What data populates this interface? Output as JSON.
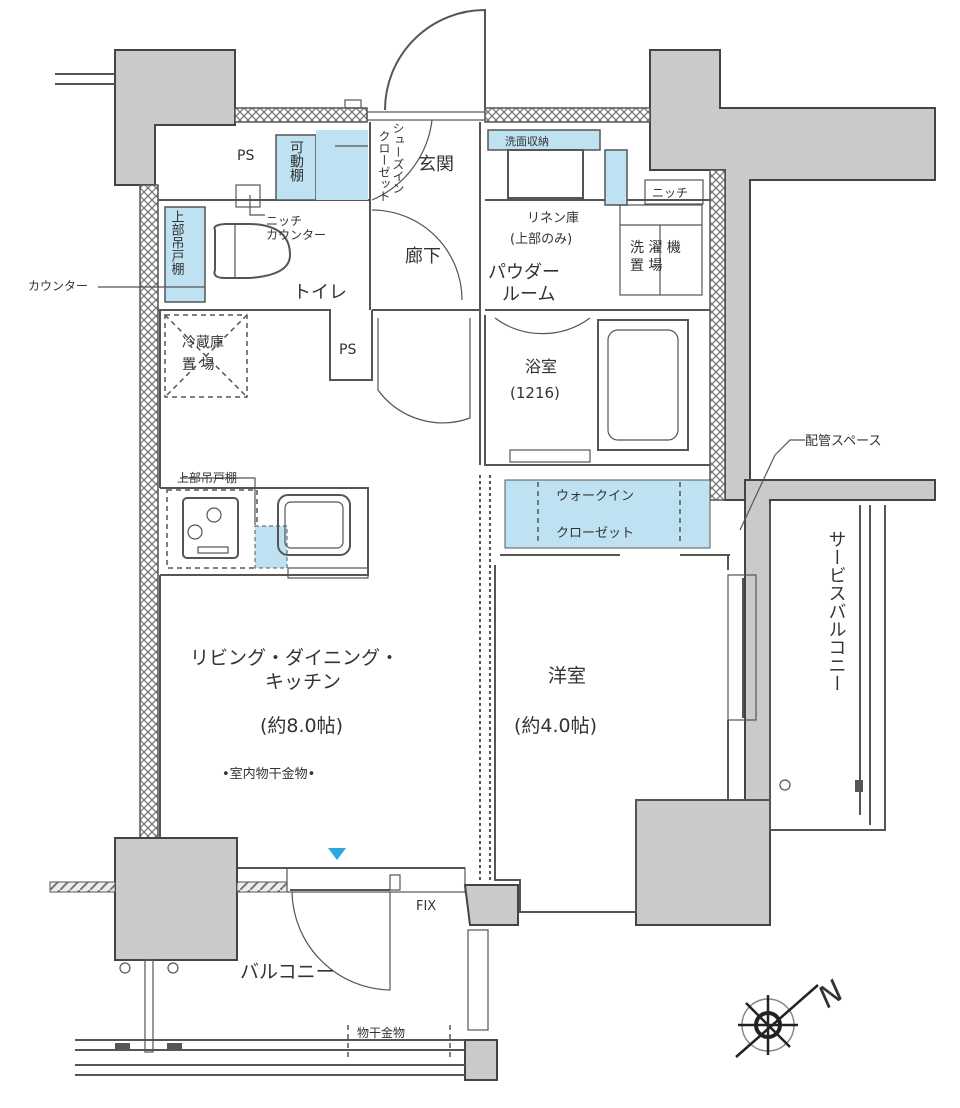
{
  "colors": {
    "wall_pillar": "#cacaca",
    "storage": "#bfe2f2",
    "entrance_marker": "#29a9e0"
  },
  "labels": {
    "ps_top": "PS",
    "movable_shelf": "可動棚",
    "shoes_in_closet_col1": "シューズイン",
    "shoes_in_closet_col2": "クローゼット",
    "entrance": "玄関",
    "washroom_storage": "洗面収納",
    "niche_right": "ニッチ",
    "linen_storage": "リネン庫",
    "linen_storage_note": "(上部のみ)",
    "washer_space_1": "洗 濯 機",
    "washer_space_2": "置   場",
    "niche_counter_1": "ニッチ",
    "niche_counter_2": "カウンター",
    "upper_cabinet_toilet": "上部吊戸棚",
    "counter": "カウンター",
    "toilet": "トイレ",
    "hallway": "廊下",
    "powder_room_1": "パウダー",
    "powder_room_2": "ルーム",
    "fridge_space_1": "冷蔵庫",
    "fridge_space_2": "置  場",
    "ps_middle": "PS",
    "bathroom": "浴室",
    "bathroom_size": "(1216)",
    "piping_space": "配管スペース",
    "upper_cabinet_kitchen": "上部吊戸棚",
    "walk_in_closet_1": "ウォークイン",
    "walk_in_closet_2": "クローゼット",
    "service_balcony": "サービスバルコニー",
    "ldk_1": "リビング・ダイニング・",
    "ldk_2": "キッチン",
    "ldk_size": "(約8.0帖)",
    "indoor_drying": "•室内物干金物•",
    "western_room": "洋室",
    "western_room_size": "(約4.0帖)",
    "fix": "FIX",
    "balcony": "バルコニー",
    "drying_hardware": "物干金物",
    "north": "N"
  }
}
